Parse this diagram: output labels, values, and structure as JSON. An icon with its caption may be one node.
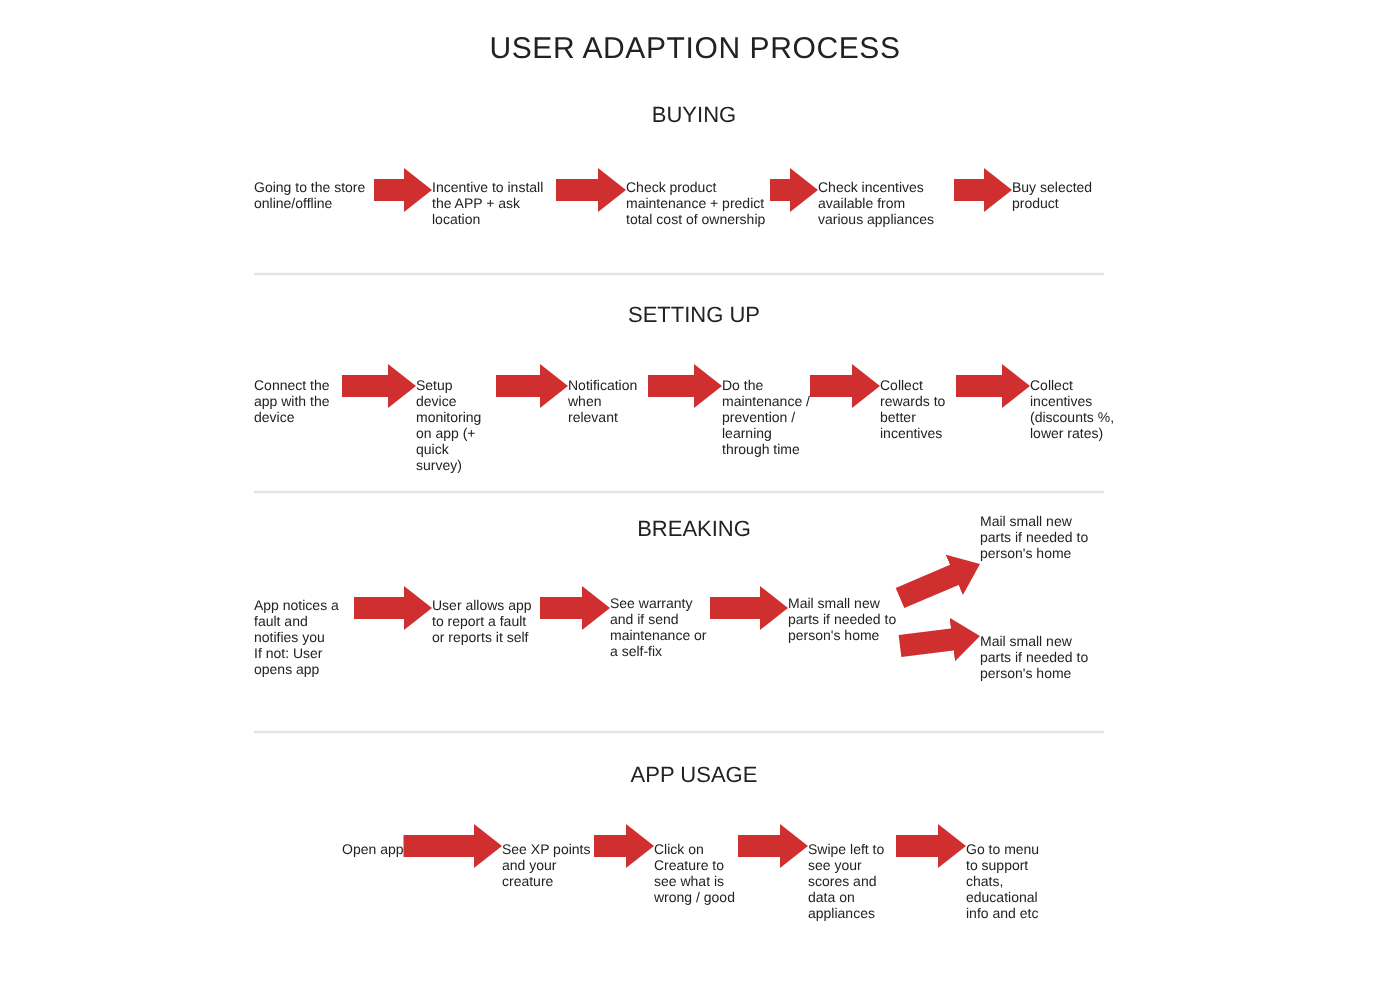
{
  "diagram": {
    "title": "USER ADAPTION PROCESS",
    "nodes": [
      {
        "text": [
          "Going to the store online/offline"
        ]
      },
      {
        "text": [
          "Incentive to install the APP + ask location"
        ]
      },
      {
        "text": [
          "Check product maintenance + predict total cost of ownership"
        ]
      },
      {
        "text": [
          "Check incentives available from various appliances"
        ]
      },
      {
        "text": [
          "Buy selected product"
        ]
      },
      {
        "text": [
          "Connect the app with the device"
        ]
      },
      {
        "text": [
          "Setup device monitoring on app (+ quick survey)"
        ]
      },
      {
        "text": [
          "Notification when relevant"
        ]
      },
      {
        "text": [
          "Do the maintenance / prevention / learning through time"
        ]
      },
      {
        "text": [
          "Collect rewards to better incentives"
        ]
      },
      {
        "text": [
          "Collect incentives (discounts %, lower rates)"
        ]
      },
      {
        "text": [
          "App notices a fault and notifies you",
          "If not: User opens app"
        ]
      },
      {
        "text": [
          "User allows app to report a fault or reports it self"
        ]
      },
      {
        "text": [
          "See warranty and if send maintenance or a self-fix"
        ]
      },
      {
        "text": [
          "Mail small new parts if needed to person's home"
        ]
      },
      {
        "text": [
          "Mail small new parts if needed to person's home"
        ]
      },
      {
        "text": [
          "Mail small new parts if needed to person's home"
        ]
      },
      {
        "text": [
          "Open app"
        ]
      },
      {
        "text": [
          "See XP points and your creature"
        ]
      },
      {
        "text": [
          "Click on Creature to see what is wrong / good"
        ]
      },
      {
        "text": [
          "Swipe left to see your scores and data on appliances"
        ]
      },
      {
        "text": [
          "Go to menu to support chats, educational info and etc"
        ]
      }
    ],
    "edges": [
      {
        "from": 0,
        "to": 1,
        "arrow": "to"
      },
      {
        "from": 1,
        "to": 2,
        "arrow": "to"
      },
      {
        "from": 2,
        "to": 3,
        "arrow": "to"
      },
      {
        "from": 3,
        "to": 4,
        "arrow": "to"
      },
      {
        "from": 5,
        "to": 6,
        "arrow": "to"
      },
      {
        "from": 6,
        "to": 7,
        "arrow": "to"
      },
      {
        "from": 7,
        "to": 8,
        "arrow": "to"
      },
      {
        "from": 8,
        "to": 9,
        "arrow": "to"
      },
      {
        "from": 9,
        "to": 10,
        "arrow": "to"
      },
      {
        "from": 11,
        "to": 12,
        "arrow": "to"
      },
      {
        "from": 12,
        "to": 13,
        "arrow": "to"
      },
      {
        "from": 13,
        "to": 14,
        "arrow": "to"
      },
      {
        "from": 14,
        "to": 15,
        "arrow": "to"
      },
      {
        "from": 14,
        "to": 16,
        "arrow": "to"
      },
      {
        "from": 17,
        "to": 18,
        "arrow": "to"
      },
      {
        "from": 18,
        "to": 19,
        "arrow": "to"
      },
      {
        "from": 19,
        "to": 20,
        "arrow": "to"
      },
      {
        "from": 20,
        "to": 21,
        "arrow": "to"
      }
    ],
    "labels": [
      "BUYING",
      "SETTING UP",
      "BREAKING",
      "APP USAGE"
    ]
  }
}
